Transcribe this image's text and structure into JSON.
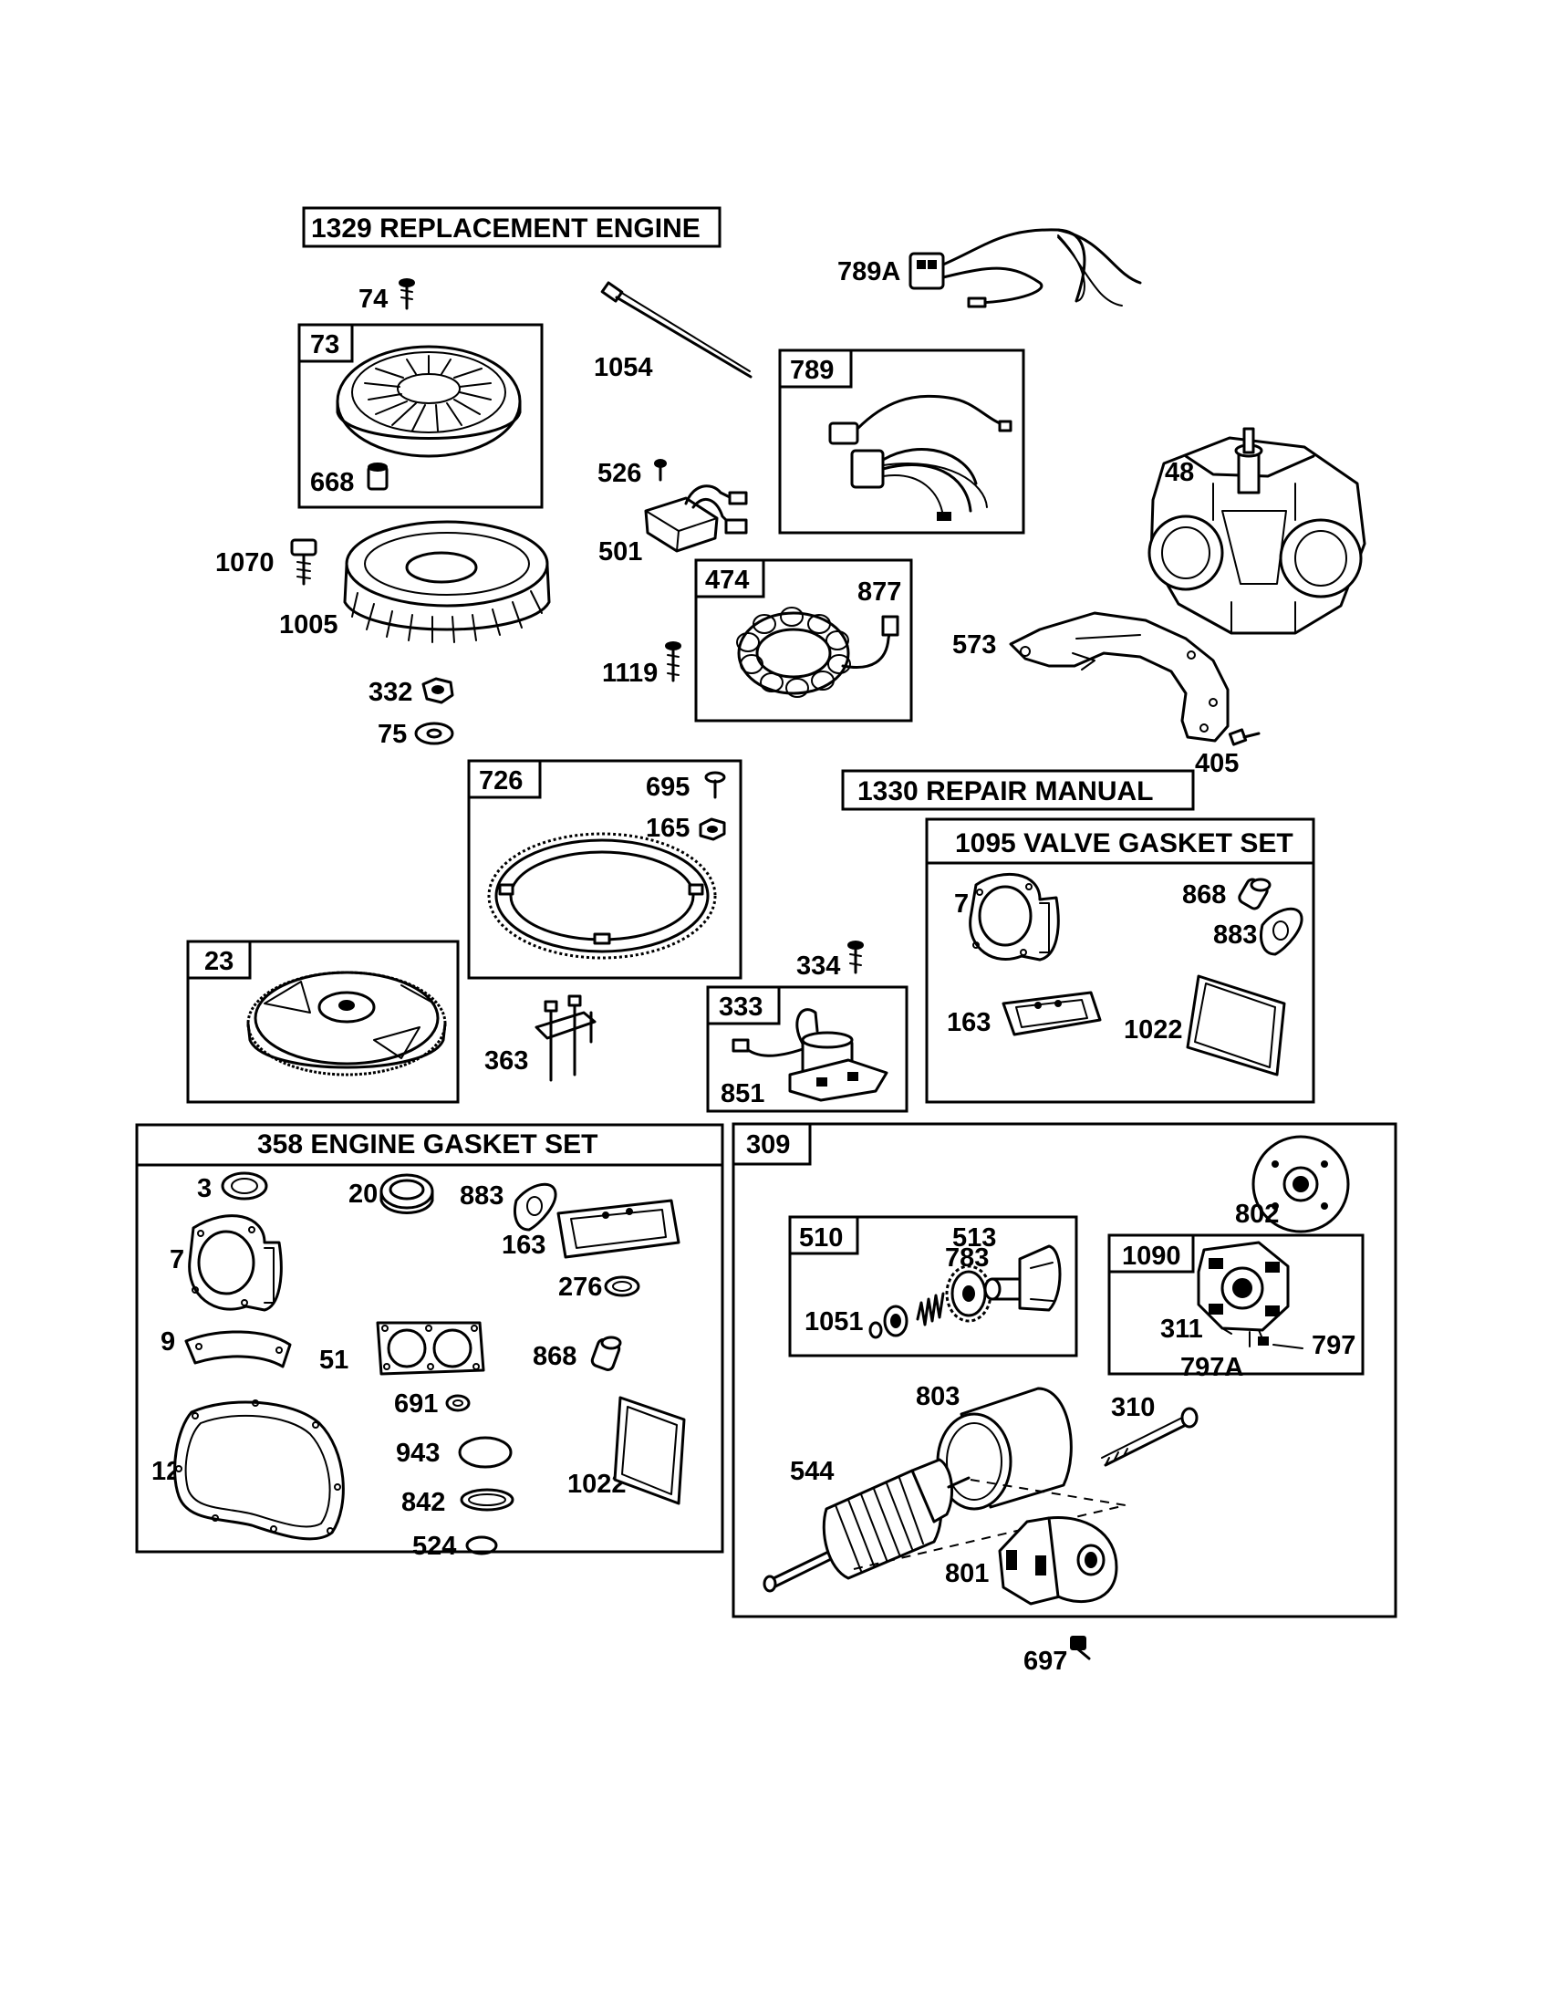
{
  "titles": {
    "replacement_engine": "1329 REPLACEMENT ENGINE",
    "repair_manual": "1330 REPAIR MANUAL",
    "valve_gasket_set": "1095 VALVE GASKET SET",
    "engine_gasket_set": "358 ENGINE GASKET SET"
  },
  "boxes": {
    "b73": "73",
    "b789": "789",
    "b474": "474",
    "b726": "726",
    "b23": "23",
    "b333": "333",
    "b309": "309",
    "b510": "510",
    "b1090": "1090"
  },
  "labels": {
    "p74": "74",
    "p668": "668",
    "p1070": "1070",
    "p1005": "1005",
    "p332": "332",
    "p75": "75",
    "p1054": "1054",
    "p789a": "789A",
    "p526": "526",
    "p501": "501",
    "p1119": "1119",
    "p877": "877",
    "p48": "48",
    "p573": "573",
    "p405": "405",
    "p695": "695",
    "p165": "165",
    "p334": "334",
    "p363": "363",
    "p851": "851",
    "v7": "7",
    "v868": "868",
    "v883": "883",
    "v163": "163",
    "v1022": "1022",
    "g3": "3",
    "g20": "20",
    "g883": "883",
    "g163": "163",
    "g7": "7",
    "g276": "276",
    "g9": "9",
    "g51": "51",
    "g868": "868",
    "g691": "691",
    "g12": "12",
    "g943": "943",
    "g842": "842",
    "g524": "524",
    "g1022": "1022",
    "s802": "802",
    "s513": "513",
    "s783": "783",
    "s1051": "1051",
    "s311": "311",
    "s797": "797",
    "s797a": "797A",
    "s803": "803",
    "s310": "310",
    "s544": "544",
    "s801": "801",
    "s697": "697"
  }
}
